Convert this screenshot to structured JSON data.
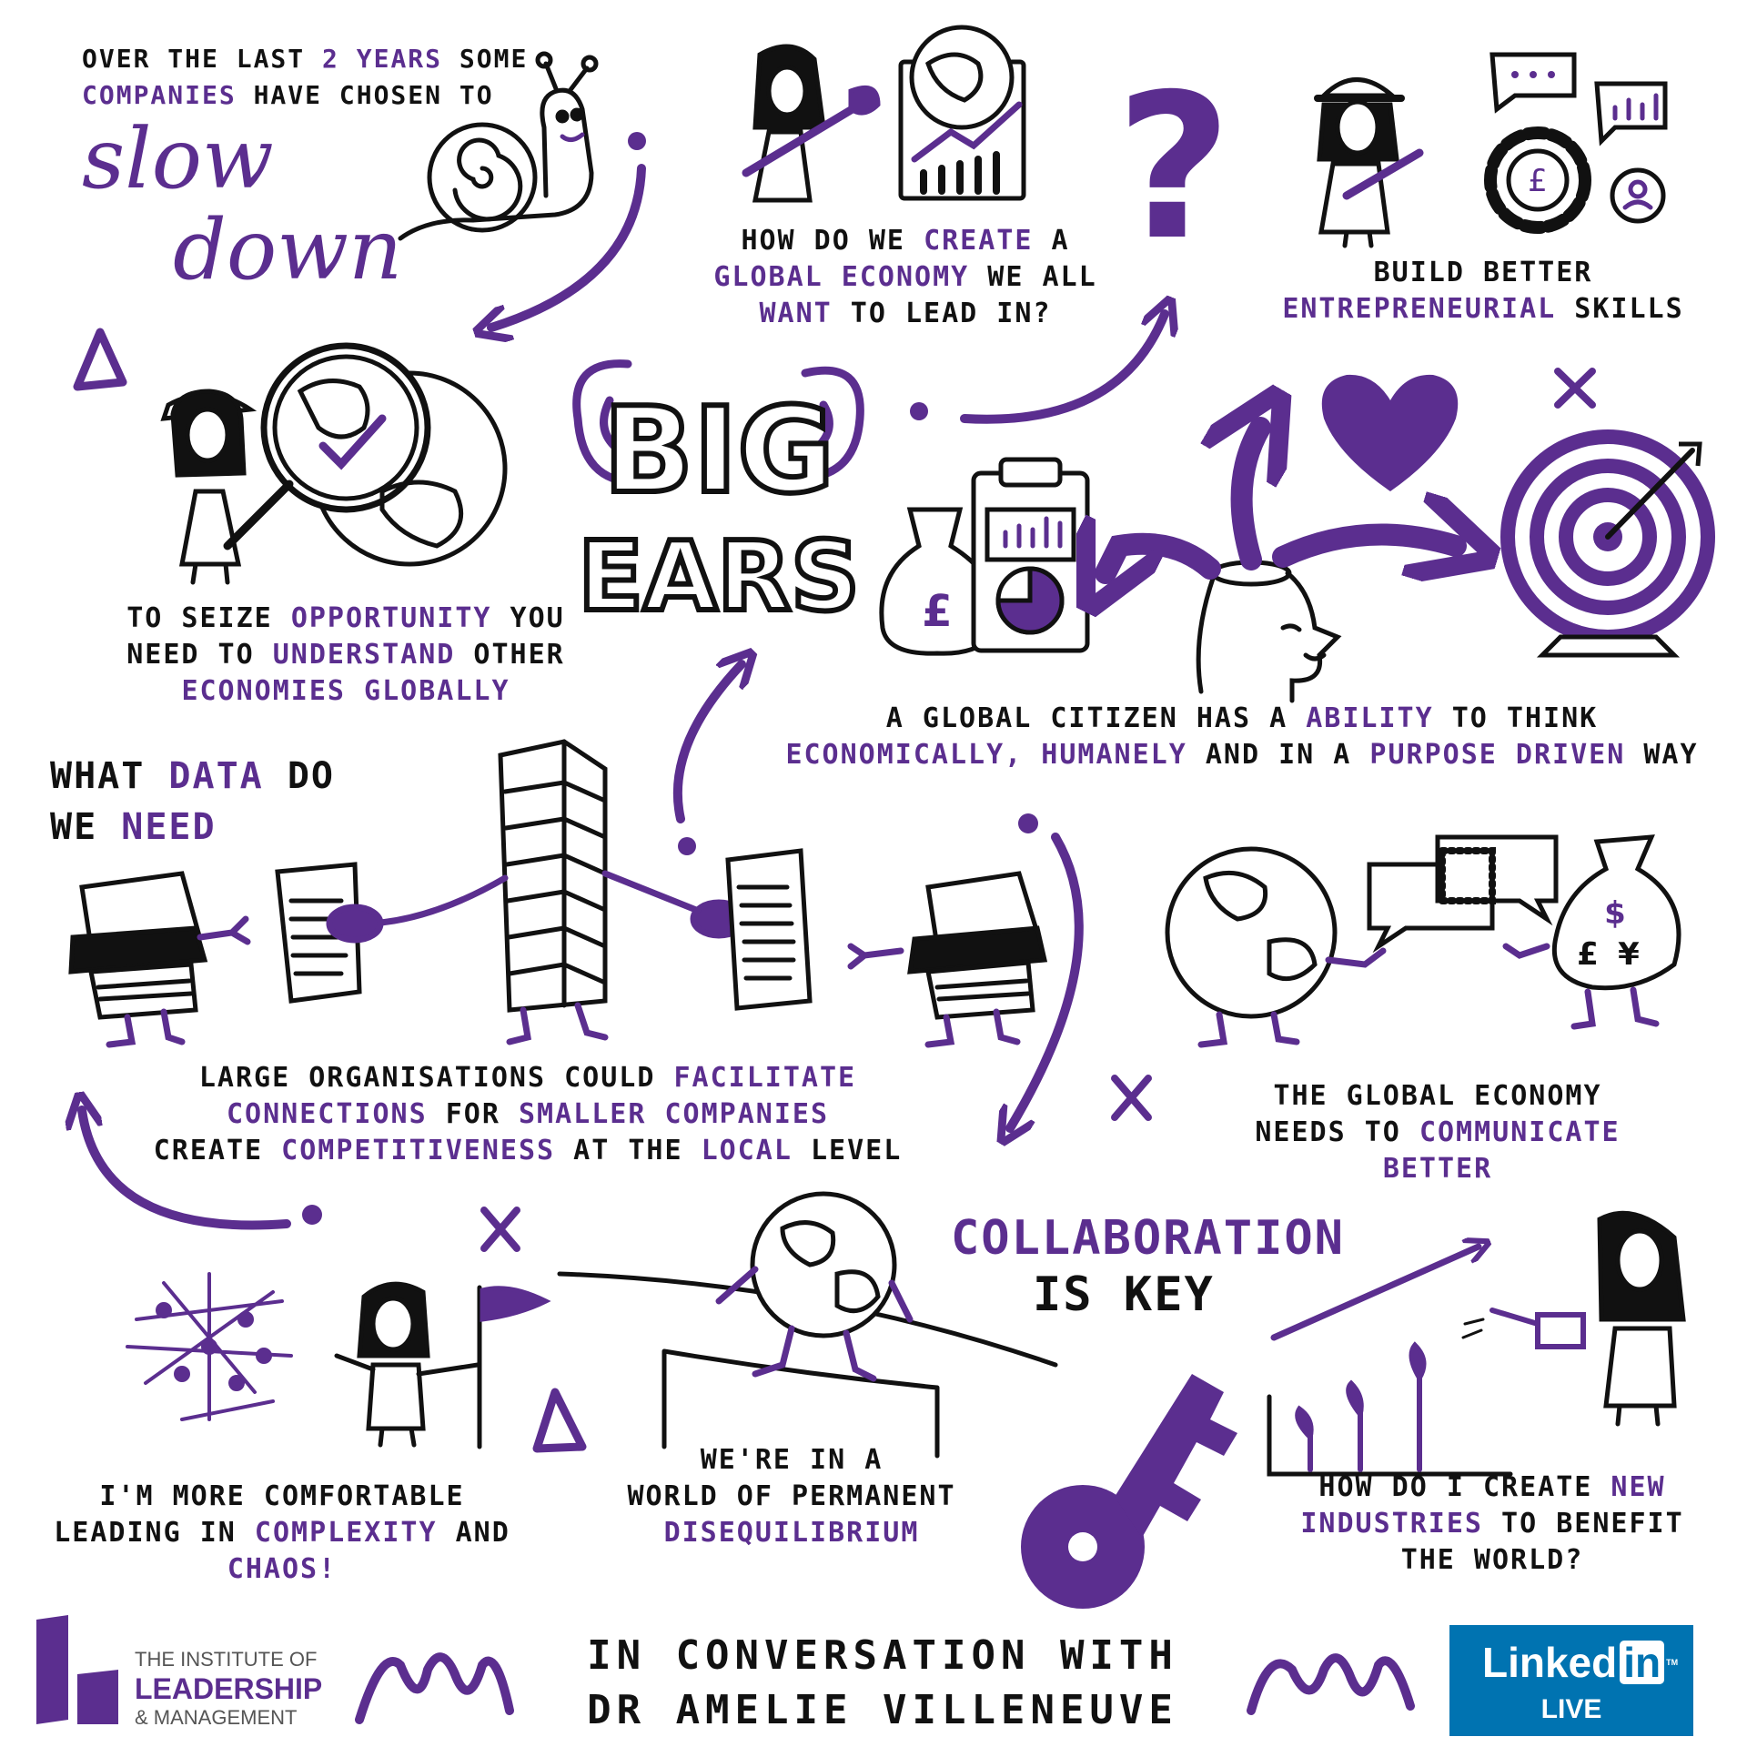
{
  "intro": {
    "line1_a": "Over the last ",
    "line1_b": "2 years",
    "line1_c": " some",
    "line2_a": "companies",
    "line2_b": " have chosen to"
  },
  "slow_down": {
    "word1": "slow",
    "word2": "down"
  },
  "global_economy_q": {
    "l1_a": "How do we ",
    "l1_b": "create",
    "l1_c": " a",
    "l2_a": "global economy",
    "l2_b": " we all",
    "l3_a": "want",
    "l3_b": " to lead in?"
  },
  "question_mark": "?",
  "entrepreneurial": {
    "l1": "Build better",
    "l2_a": "entrepreneurial",
    "l2_b": " skills"
  },
  "big_ears": {
    "w1": "BIG",
    "w2": "EARS"
  },
  "opportunity": {
    "l1_a": "To seize ",
    "l1_b": "opportunity",
    "l1_c": " you",
    "l2_a": "need to ",
    "l2_b": "understand",
    "l2_c": " other",
    "l3": "economies globally"
  },
  "global_citizen": {
    "l1_a": "A global citizen has a ",
    "l1_b": "ability",
    "l1_c": " to think",
    "l2_a": "economically, humanely",
    "l2_b": " and in a ",
    "l2_c": "purpose driven",
    "l2_d": " way"
  },
  "data_need": {
    "l1_a": "What ",
    "l1_b": "data",
    "l1_c": " do",
    "l2_a": "we ",
    "l2_b": "need"
  },
  "large_orgs": {
    "l1_a": "Large organisations could ",
    "l1_b": "facilitate",
    "l2_a": "connections",
    "l2_b": " for ",
    "l2_c": "smaller companies",
    "l3_a": "create ",
    "l3_b": "competitiveness",
    "l3_c": " at the ",
    "l3_d": "local",
    "l3_e": " level"
  },
  "communicate": {
    "l1": "The global economy",
    "l2_a": "needs to ",
    "l2_b": "communicate",
    "l3": "better"
  },
  "collaboration": {
    "l1": "Collaboration",
    "l2": "is key"
  },
  "complexity": {
    "l1": "I'm more comfortable",
    "l2_a": "leading in ",
    "l2_b": "complexity",
    "l2_c": " and",
    "l3": "chaos!"
  },
  "disequilibrium": {
    "l1": "We're in a",
    "l2": "world of permanent",
    "l3": "disequilibrium"
  },
  "new_industries": {
    "l1_a": "How do I create ",
    "l1_b": "new",
    "l2_a": "industries",
    "l2_b": " to benefit",
    "l3": "the world?"
  },
  "money_symbols": {
    "dollar": "$",
    "pound": "£",
    "yen": "¥"
  },
  "footer": {
    "institute_l1": "THE INSTITUTE OF",
    "institute_l2": "LEADERSHIP",
    "institute_l3": "& MANAGEMENT",
    "conversation_l1": "In conversation with",
    "conversation_l2": "Dr Amelie Villeneuve",
    "linkedin_word": "Linked",
    "linkedin_in": "in",
    "linkedin_tm": "TM",
    "linkedin_live": "LIVE"
  },
  "colors": {
    "purple": "#5b2e8f",
    "ink": "#111111",
    "linkedin_blue": "#0073b1"
  }
}
